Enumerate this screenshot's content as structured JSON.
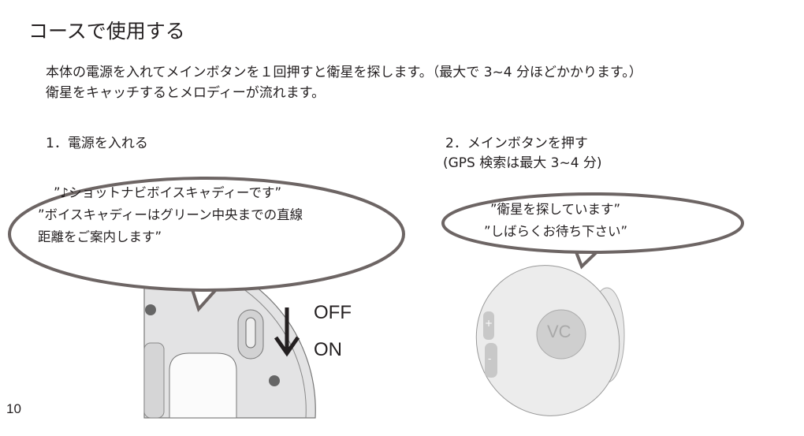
{
  "title": "コースで使用する",
  "paragraph": [
    "本体の電源を入れてメインボタンを１回押すと衛星を探します。（最大で 3~4 分ほどかかります。）",
    "衛星をキャッチするとメロディーが流れます。"
  ],
  "step1": {
    "label": "1．電源を入れる",
    "bubble": [
      "”♪ショットナビボイスキャディーです”",
      "”ボイスキャディーはグリーン中央までの直線",
      "距離をご案内します”"
    ],
    "switch_off": "OFF",
    "switch_on": "ON"
  },
  "step2": {
    "label": "2．メインボタンを押す",
    "note": "(GPS 検索は最大 3~4 分)",
    "bubble": [
      "”衛星を探しています”",
      "”しばらくお待ち下さい”"
    ],
    "device_logo": "VC",
    "plus": "+",
    "minus": "-"
  },
  "page_number": "10"
}
